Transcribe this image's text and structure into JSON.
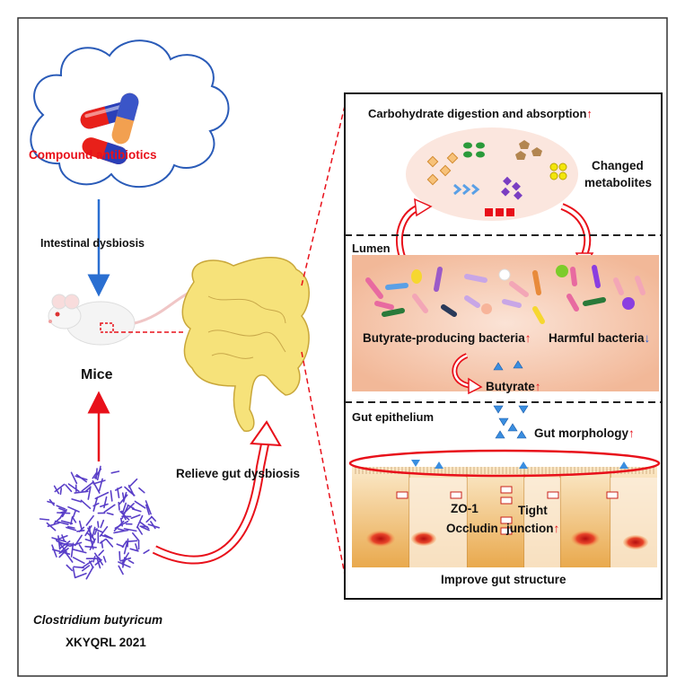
{
  "labels": {
    "antibiotics": "Compound antibiotics",
    "dysbiosis": "Intestinal dysbiosis",
    "mice": "Mice",
    "relieve": "Relieve gut  dysbiosis",
    "strain_name": "Clostridium butyricum",
    "strain_id": "XKYQRL 2021",
    "carbohydrate": "Carbohydrate digestion and absorption",
    "changed_metabolites_1": "Changed",
    "changed_metabolites_2": "metabolites",
    "lumen": "Lumen",
    "butyrate_bacteria": "Butyrate-producing bacteria",
    "harmful_bacteria": "Harmful bacteria",
    "butyrate": "Butyrate",
    "gut_epithelium": "Gut  epithelium",
    "gut_morphology": "Gut morphology",
    "zo1": "ZO-1",
    "tight": "Tight",
    "occludin": "Occludin",
    "junction": "junction",
    "improve": "Improve gut structure"
  },
  "arrows": {
    "up": "↑",
    "down": "↓"
  },
  "colors": {
    "accent_red": "#e8101a",
    "accent_blue": "#2a6fd1",
    "colon_yellow": "#f6e27a",
    "lumen_pink": "#f6cbb4"
  },
  "icons": [
    "cloud-icon",
    "capsule-icon",
    "mouse-icon",
    "colon-icon",
    "bacteria-icon",
    "triangle-icon",
    "cell-nucleus-icon"
  ]
}
